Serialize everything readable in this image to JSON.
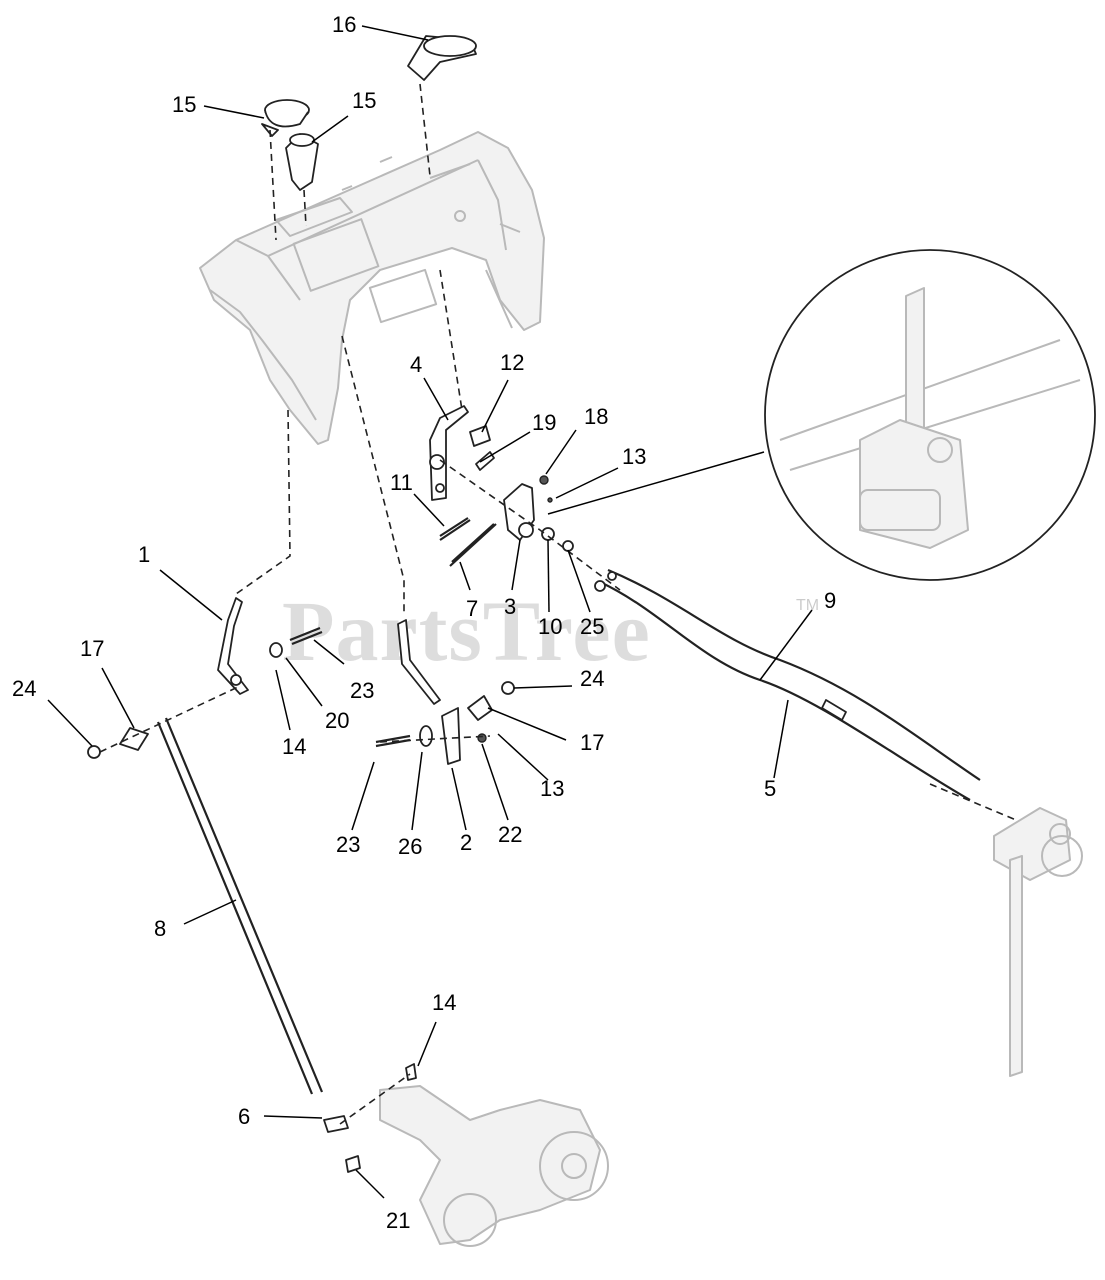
{
  "watermark": {
    "text": "PartsTree",
    "trademark": "TM"
  },
  "callouts": [
    {
      "id": "c16a",
      "label": "16"
    },
    {
      "id": "c15a",
      "label": "15"
    },
    {
      "id": "c15b",
      "label": "15"
    },
    {
      "id": "c4",
      "label": "4"
    },
    {
      "id": "c12",
      "label": "12"
    },
    {
      "id": "c19",
      "label": "19"
    },
    {
      "id": "c18",
      "label": "18"
    },
    {
      "id": "c13a",
      "label": "13"
    },
    {
      "id": "c11",
      "label": "11"
    },
    {
      "id": "c1",
      "label": "1"
    },
    {
      "id": "c7",
      "label": "7"
    },
    {
      "id": "c3",
      "label": "3"
    },
    {
      "id": "c10",
      "label": "10"
    },
    {
      "id": "c25",
      "label": "25"
    },
    {
      "id": "c9",
      "label": "9"
    },
    {
      "id": "c17a",
      "label": "17"
    },
    {
      "id": "c24a",
      "label": "24"
    },
    {
      "id": "c23a",
      "label": "23"
    },
    {
      "id": "c20",
      "label": "20"
    },
    {
      "id": "c14a",
      "label": "14"
    },
    {
      "id": "c24b",
      "label": "24"
    },
    {
      "id": "c17b",
      "label": "17"
    },
    {
      "id": "c13b",
      "label": "13"
    },
    {
      "id": "c5",
      "label": "5"
    },
    {
      "id": "c23b",
      "label": "23"
    },
    {
      "id": "c26",
      "label": "26"
    },
    {
      "id": "c2",
      "label": "2"
    },
    {
      "id": "c22",
      "label": "22"
    },
    {
      "id": "c8",
      "label": "8"
    },
    {
      "id": "c14b",
      "label": "14"
    },
    {
      "id": "c6",
      "label": "6"
    },
    {
      "id": "c21",
      "label": "21"
    }
  ]
}
